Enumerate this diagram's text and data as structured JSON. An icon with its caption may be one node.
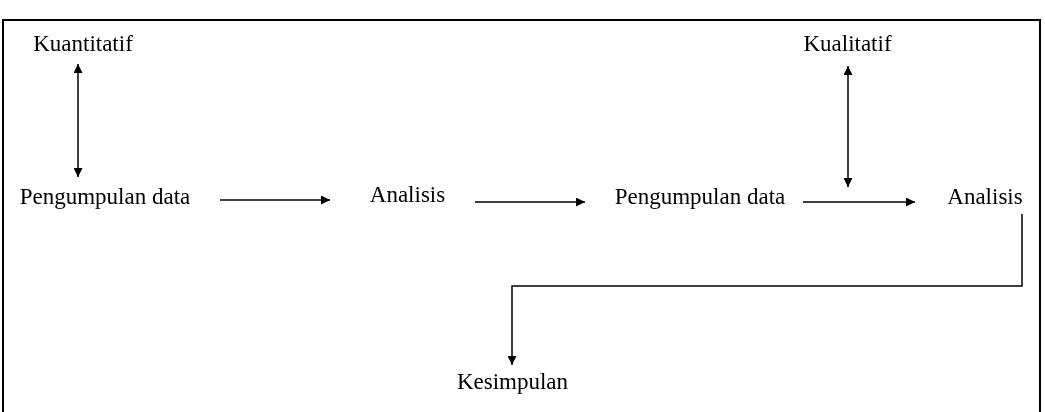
{
  "diagram": {
    "nodes": [
      {
        "text": [
          "Kuantitatif"
        ]
      },
      {
        "text": [
          "Pengumpulan data"
        ]
      },
      {
        "text": [
          "Analisis"
        ]
      },
      {
        "text": [
          "Pengumpulan data"
        ]
      },
      {
        "text": [
          "Kualitatif"
        ]
      },
      {
        "text": [
          "Analisis"
        ]
      },
      {
        "text": [
          "Kesimpulan"
        ]
      }
    ],
    "edges": [
      {
        "from": 0,
        "to": 1,
        "arrow": "both"
      },
      {
        "from": 1,
        "to": 2,
        "arrow": "to"
      },
      {
        "from": 2,
        "to": 3,
        "arrow": "to"
      },
      {
        "from": 3,
        "to": 5,
        "arrow": "to"
      },
      {
        "from": 4,
        "to": null,
        "arrow": "both"
      },
      {
        "from": 5,
        "to": 6,
        "arrow": "to"
      }
    ]
  }
}
